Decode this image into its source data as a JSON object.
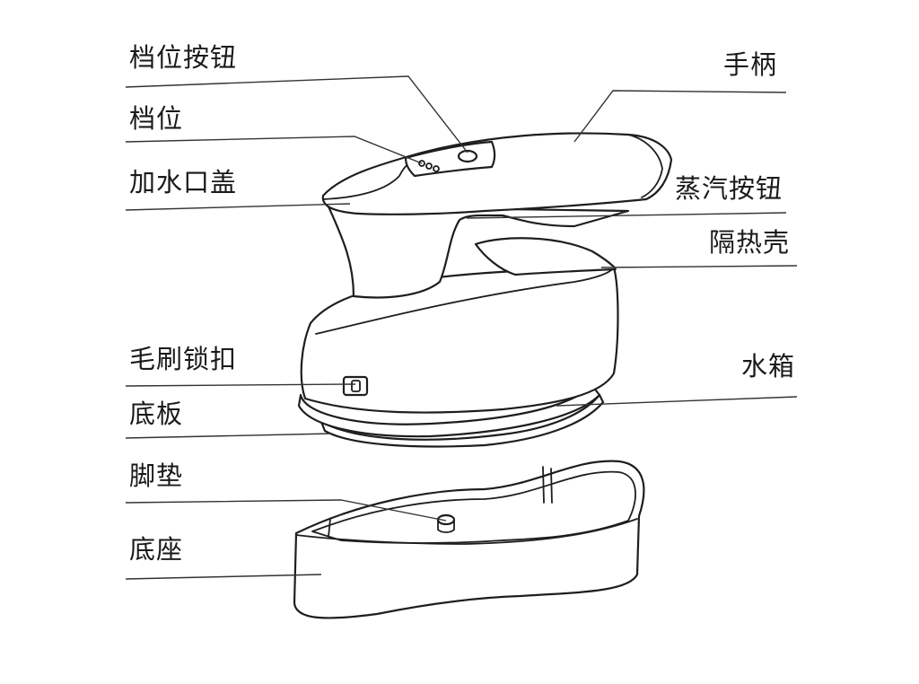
{
  "labels": {
    "mode_button": "档位按钮",
    "mode": "档位",
    "fill_cap": "加水口盖",
    "handle": "手柄",
    "steam_button": "蒸汽按钮",
    "heat_shield": "隔热壳",
    "brush_lock": "毛刷锁扣",
    "water_tank": "水箱",
    "sole_plate": "底板",
    "foot_pad": "脚垫",
    "base": "底座"
  }
}
